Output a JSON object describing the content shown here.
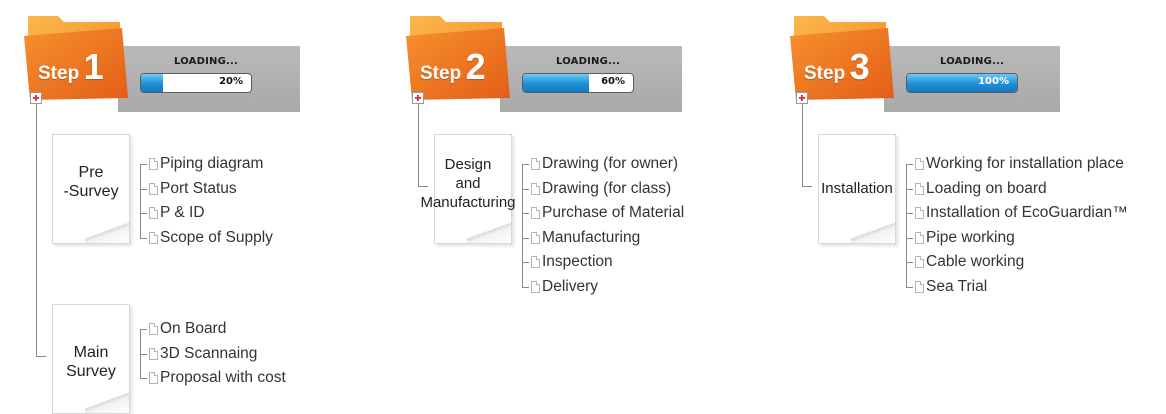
{
  "steps": [
    {
      "word": "Step",
      "number": "1",
      "loading_label": "LOADING...",
      "progress_text": "20%",
      "progress": 0.2,
      "groups": [
        {
          "label": "Pre\n-Survey",
          "items": [
            "Piping diagram",
            "Port Status",
            "P & ID",
            "Scope of Supply"
          ]
        },
        {
          "label": "Main\nSurvey",
          "items": [
            "On Board",
            "3D Scannaing",
            "Proposal with cost"
          ]
        }
      ]
    },
    {
      "word": "Step",
      "number": "2",
      "loading_label": "LOADING...",
      "progress_text": "60%",
      "progress": 0.6,
      "groups": [
        {
          "label": "Design\nand\nManufacturing",
          "items": [
            "Drawing (for owner)",
            "Drawing (for class)",
            "Purchase of Material",
            "Manufacturing",
            "Inspection",
            "Delivery"
          ]
        }
      ]
    },
    {
      "word": "Step",
      "number": "3",
      "loading_label": "LOADING...",
      "progress_text": "100%",
      "progress": 1.0,
      "groups": [
        {
          "label": "Installation",
          "items": [
            "Working for installation place",
            "Loading on board",
            "Installation of EcoGuardian™",
            "Pipe working",
            "Cable working",
            "Sea Trial"
          ]
        }
      ]
    }
  ],
  "colors": {
    "folder_light": "#f9a23a",
    "folder_dark": "#e9671d",
    "bar_blue": "#1f8fd6",
    "panel_gray": "#b0b0b0",
    "plus_red": "#e33333"
  }
}
